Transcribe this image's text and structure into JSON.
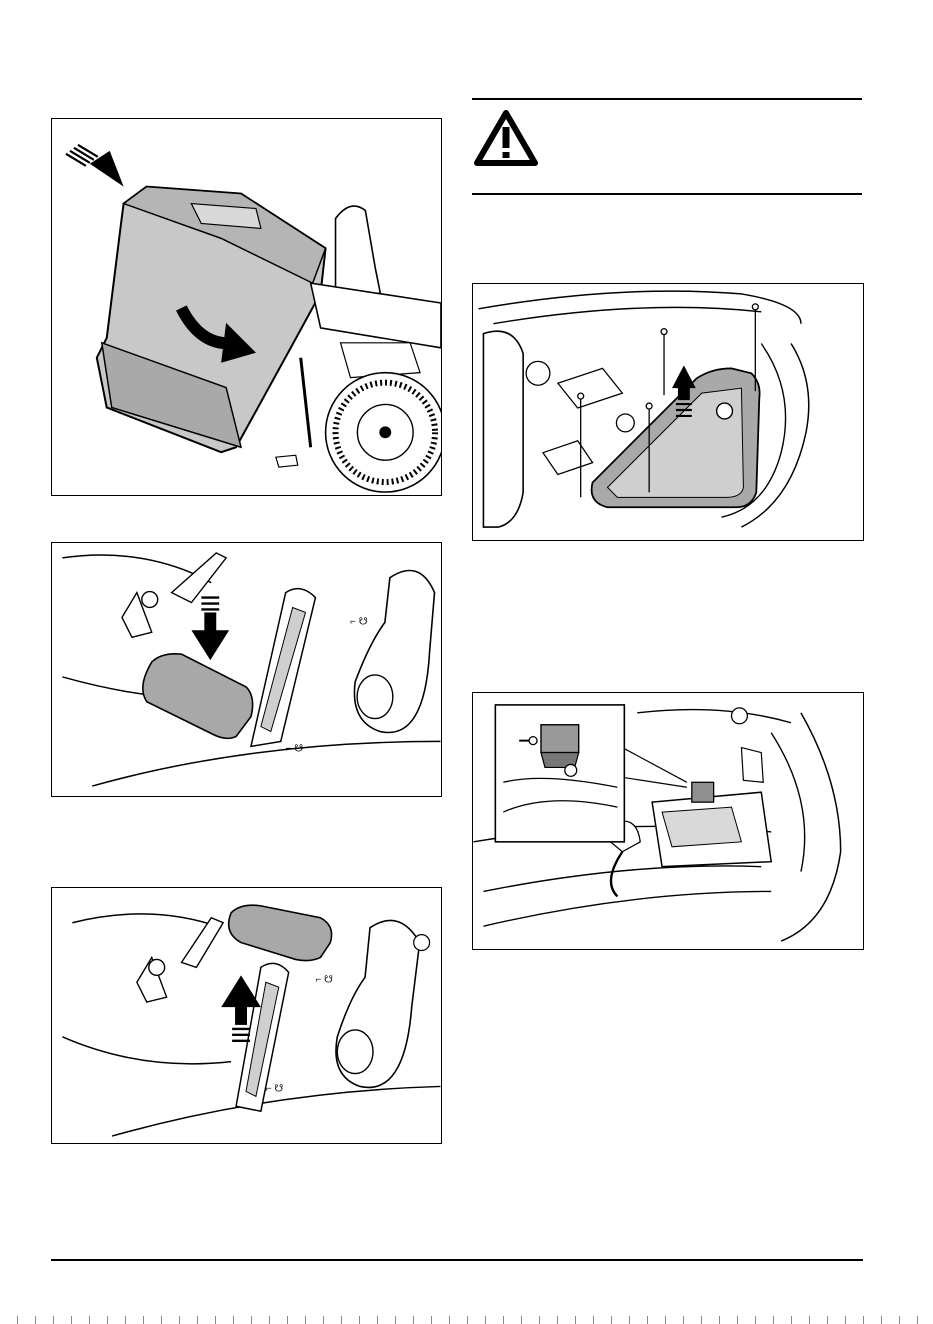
{
  "page": {
    "figures": [
      {
        "id": "fig-collector-attach",
        "icon": "grass-collector-icon"
      },
      {
        "id": "fig-pedal-down",
        "icon": "pedal-press-icon"
      },
      {
        "id": "fig-pedal-up",
        "icon": "pedal-release-icon"
      },
      {
        "id": "fig-cover-removal",
        "icon": "cover-screws-icon"
      },
      {
        "id": "fig-connector-detail",
        "icon": "connector-icon"
      }
    ],
    "warning": {
      "icon": "warning-triangle-icon",
      "text": ""
    }
  },
  "colors": {
    "line": "#000000",
    "gray": "#bdbdbd",
    "dark_gray": "#8a8a8a"
  }
}
